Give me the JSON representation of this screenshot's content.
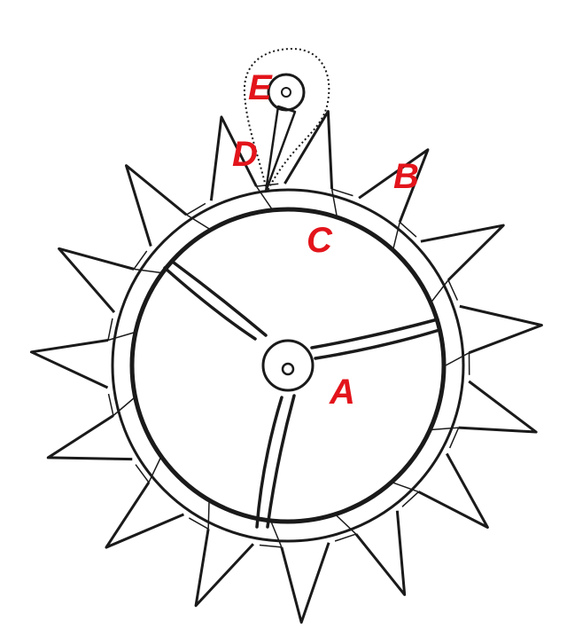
{
  "diagram": {
    "labels": {
      "A": "A",
      "B": "B",
      "C": "C",
      "D": "D",
      "E": "E"
    },
    "tooth_count": 15,
    "colors": {
      "ink": "#1a1a1a",
      "label": "#e3141b",
      "background": "#ffffff"
    }
  }
}
